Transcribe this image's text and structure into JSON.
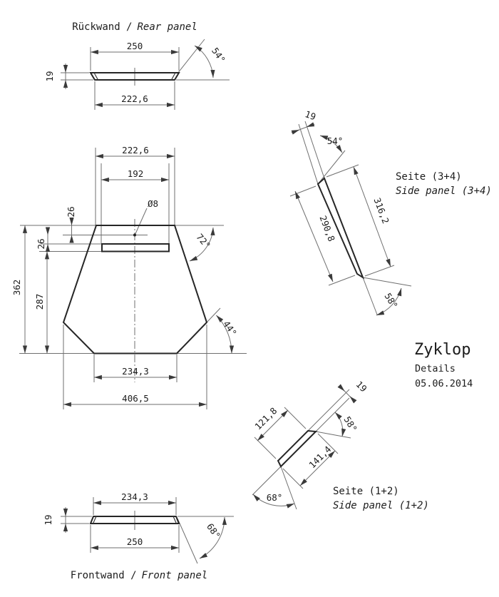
{
  "title_block": {
    "title": "Zyklop",
    "subtitle": "Details",
    "date": "05.06.2014"
  },
  "rear": {
    "name_de": "Rückwand /",
    "name_en": "Rear panel",
    "dim_top": "250",
    "dim_bottom": "222,6",
    "thickness": "19",
    "angle": "54°"
  },
  "main": {
    "width_top": "222,6",
    "slot_width": "192",
    "hole": "Ø8",
    "offset_hole": "26",
    "offset_slot": "26",
    "height_total": "362",
    "height_lower": "287",
    "angle_side": "72°",
    "angle_corner": "44°",
    "width_bottom": "234,3",
    "width_max": "406,5"
  },
  "side34": {
    "name_de": "Seite (3+4)",
    "name_en": "Side panel (3+4)",
    "thickness": "19",
    "angle_top": "54°",
    "len_right": "316,2",
    "len_left": "290,8",
    "angle_bottom": "58°"
  },
  "side12": {
    "name_de": "Seite (1+2)",
    "name_en": "Side panel (1+2)",
    "thickness": "19",
    "angle_end": "58°",
    "len_upper": "121,8",
    "len_lower": "141,4",
    "angle_tip": "68°"
  },
  "front": {
    "name_de": "Frontwand /",
    "name_en": "Front panel",
    "dim_top": "234,3",
    "dim_bottom": "250",
    "thickness": "19",
    "angle": "68°"
  }
}
